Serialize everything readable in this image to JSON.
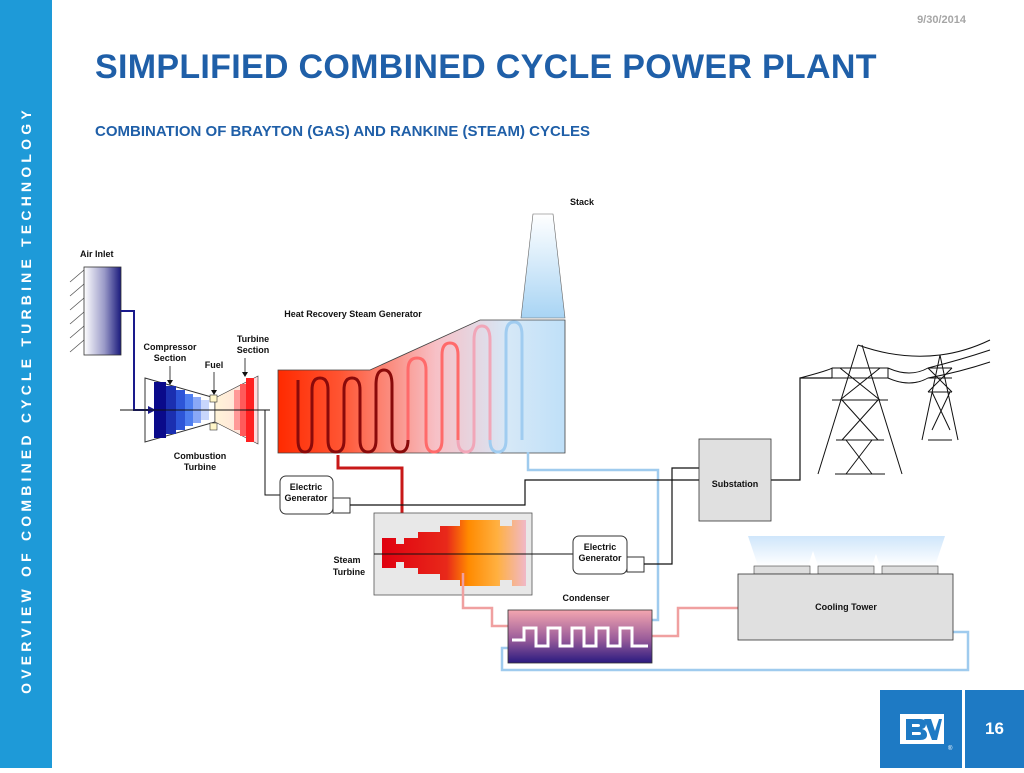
{
  "slide": {
    "date": "9/30/2014",
    "title": "SIMPLIFIED COMBINED CYCLE POWER PLANT",
    "subtitle": "COMBINATION OF BRAYTON (GAS) AND RANKINE (STEAM) CYCLES",
    "sidebar_text": "OVERVIEW OF COMBINED CYCLE TURBINE TECHNOLOGY",
    "page_number": "16",
    "logo_text": "BV"
  },
  "labels": {
    "stack": "Stack",
    "air_inlet": "Air Inlet",
    "hrsg": "Heat Recovery Steam Generator",
    "compressor_l1": "Compressor",
    "compressor_l2": "Section",
    "turbine_l1": "Turbine",
    "turbine_l2": "Section",
    "fuel": "Fuel",
    "combustion_l1": "Combustion",
    "combustion_l2": "Turbine",
    "gen1_l1": "Electric",
    "gen1_l2": "Generator",
    "substation": "Substation",
    "gen2_l1": "Electric",
    "gen2_l2": "Generator",
    "steam_l1": "Steam",
    "steam_l2": "Turbine",
    "condenser": "Condenser",
    "cooling_tower": "Cooling Tower"
  },
  "colors": {
    "brand_blue": "#1e9ad8",
    "title_blue": "#1f5fa8",
    "hot_red": "#cc1010",
    "steam_red": "#c81818",
    "warm_pink": "#f0a0a0",
    "cool_blue": "#9fcbee",
    "dark_blue": "#1a1a8c"
  }
}
